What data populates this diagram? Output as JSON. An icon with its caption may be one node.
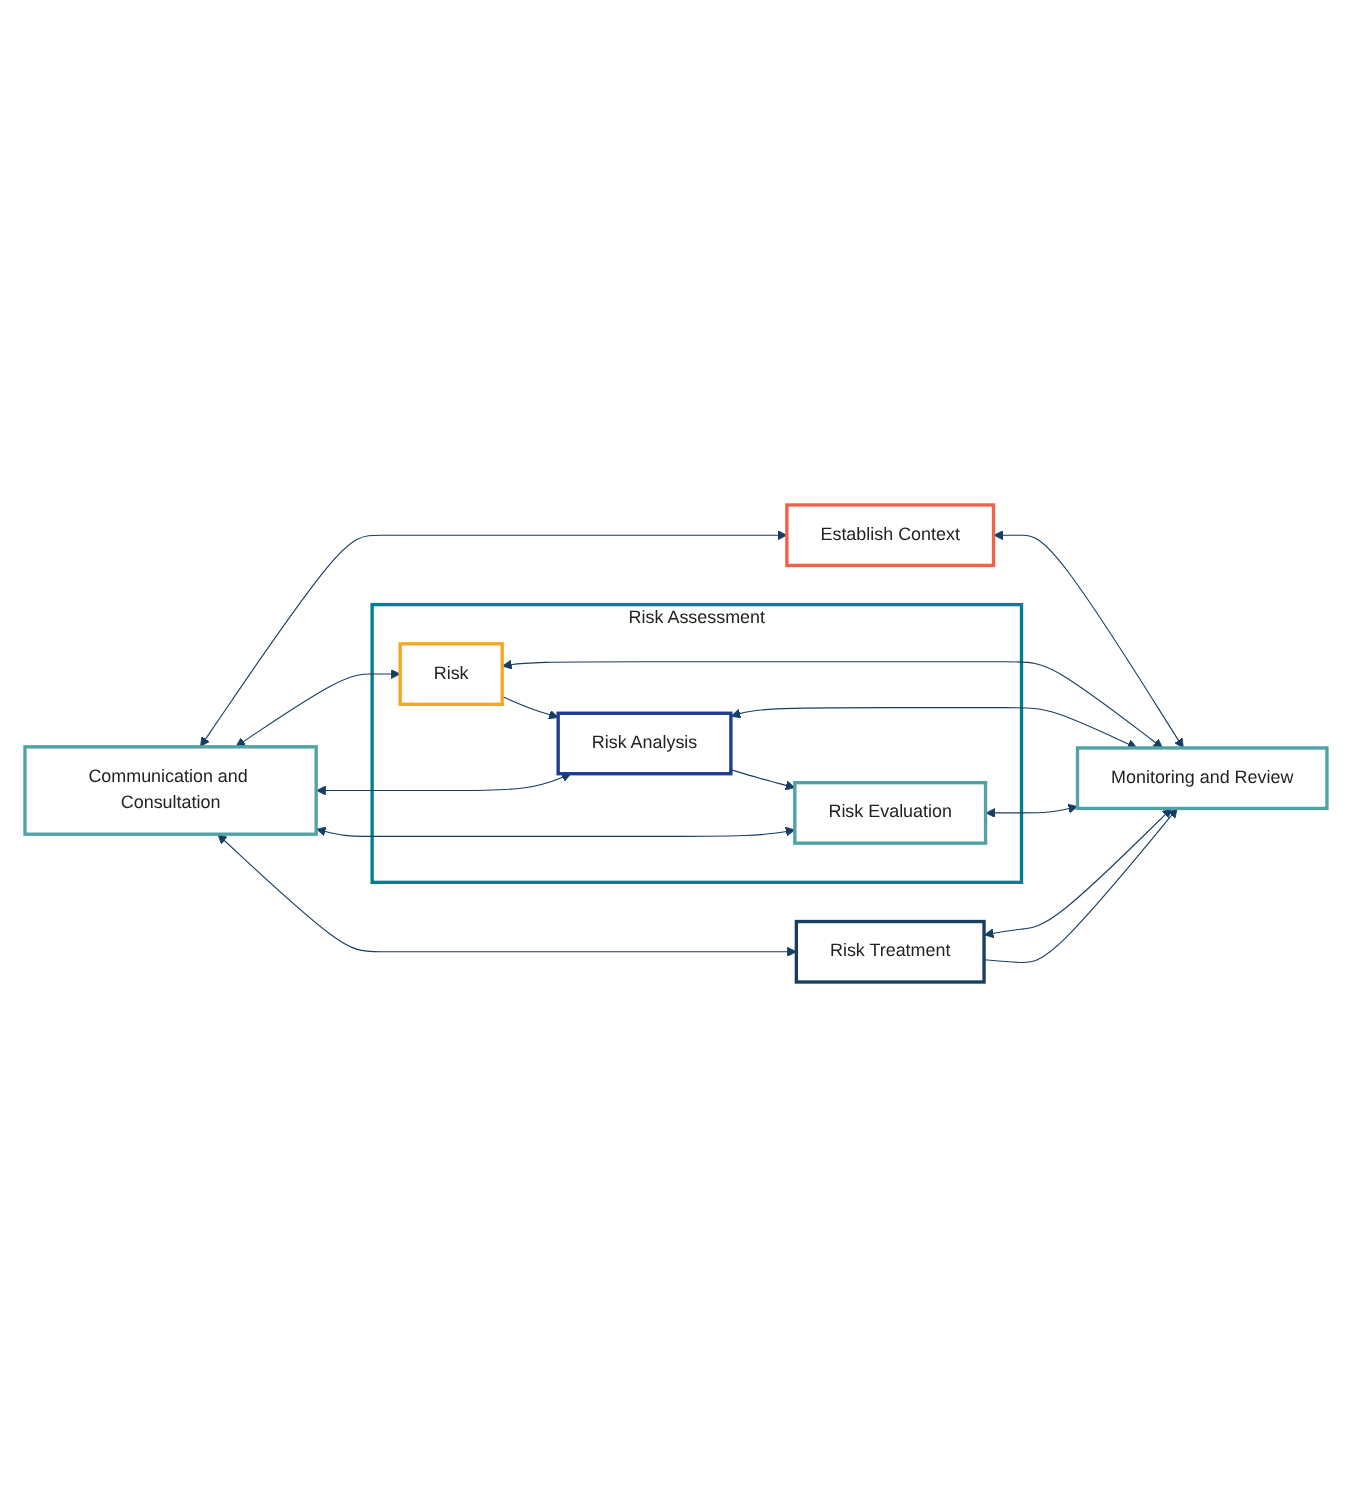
{
  "diagram": {
    "nodes": [
      {
        "text": [
          "Communication and Consultation"
        ]
      },
      {
        "text": [
          "Establish Context"
        ]
      },
      {
        "text": [
          "Risk Assessment"
        ]
      },
      {
        "text": [
          "Risk"
        ],
        "in": 2
      },
      {
        "text": [
          "Risk Analysis"
        ],
        "in": 2
      },
      {
        "text": [
          "Risk Evaluation"
        ],
        "in": 2
      },
      {
        "text": [
          "Risk Treatment"
        ]
      },
      {
        "text": [
          "Monitoring and Review"
        ]
      }
    ],
    "edges": [
      {
        "from": 0,
        "to": 1,
        "arrow": "both"
      },
      {
        "from": 1,
        "to": 7,
        "arrow": "both"
      },
      {
        "from": 0,
        "to": 3,
        "arrow": "both"
      },
      {
        "from": 3,
        "to": 7,
        "arrow": "both"
      },
      {
        "from": 3,
        "to": 4,
        "arrow": "to"
      },
      {
        "from": 0,
        "to": 4,
        "arrow": "both"
      },
      {
        "from": 4,
        "to": 7,
        "arrow": "both"
      },
      {
        "from": 4,
        "to": 5,
        "arrow": "to"
      },
      {
        "from": 0,
        "to": 5,
        "arrow": "both"
      },
      {
        "from": 5,
        "to": 7,
        "arrow": "both"
      },
      {
        "from": 0,
        "to": 6,
        "arrow": "both"
      },
      {
        "from": 6,
        "to": 7,
        "arrow": "both"
      },
      {
        "from": 6,
        "to": 7,
        "arrow": "to"
      }
    ]
  }
}
